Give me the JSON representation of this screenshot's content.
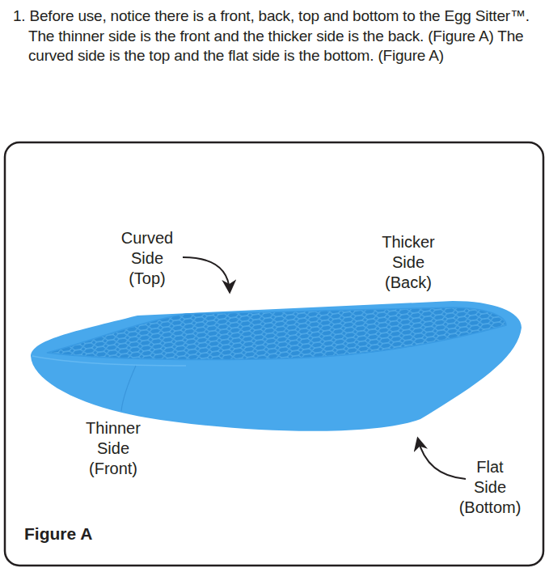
{
  "diagram": {
    "labels": [
      "1. Before use, notice there is a front, back, top and bottom to the Egg Sitter™. The thinner side is the front and the thicker side is the back. (Figure A) The curved side is the top and the flat side is the bottom. (Figure A)",
      "Curved Side (Top)",
      "Thicker Side (Back)",
      "Thinner Side (Front)",
      "Flat Side (Bottom)",
      "Figure A"
    ]
  }
}
